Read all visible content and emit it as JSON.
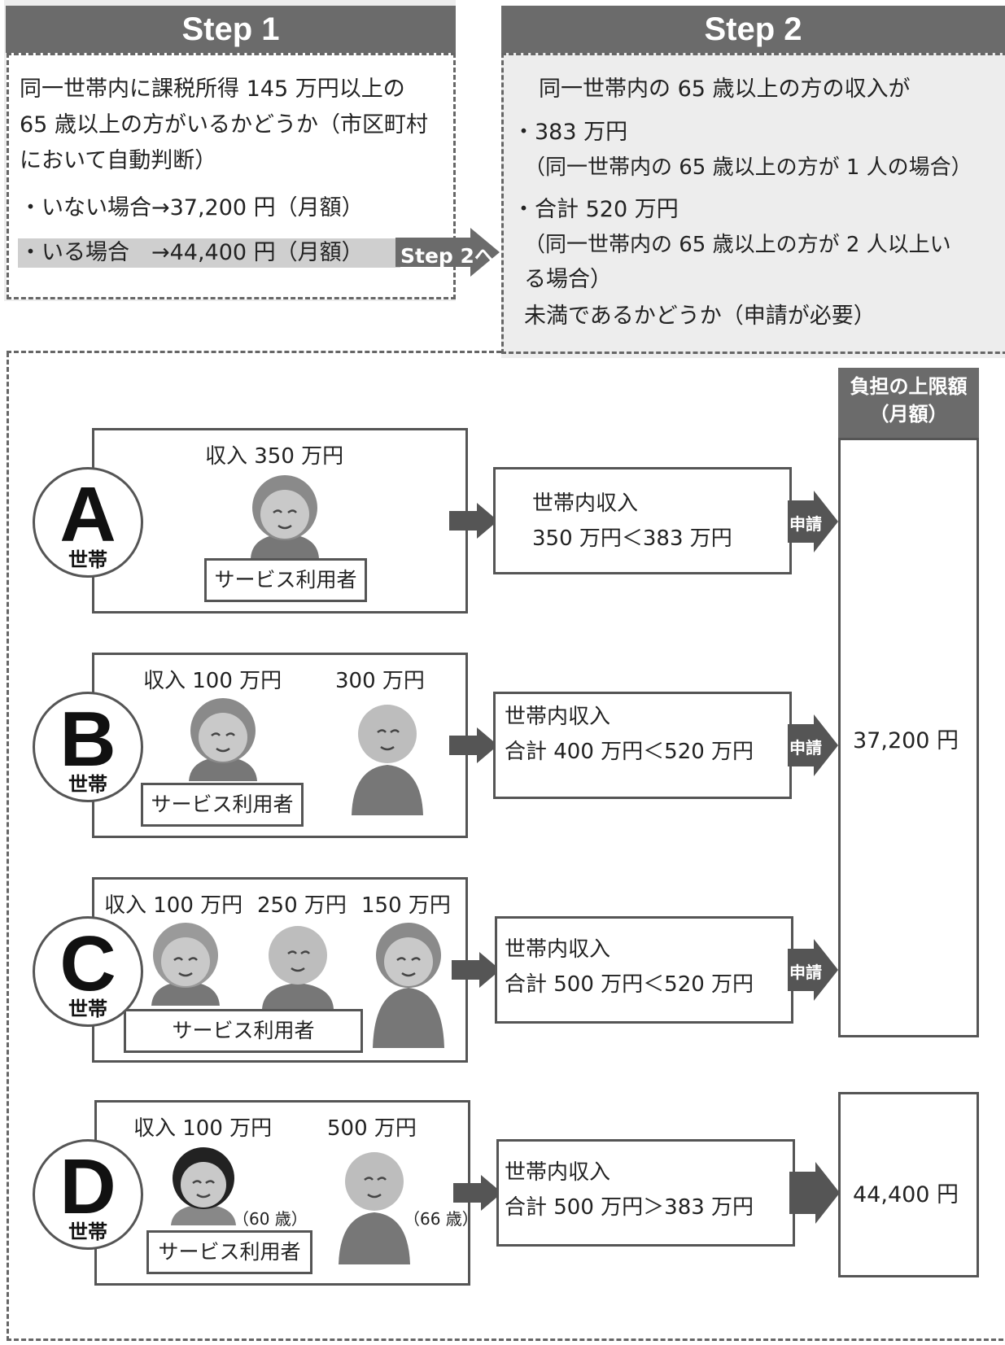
{
  "step1": {
    "header": "Step 1",
    "lines": [
      "同一世帯内に課税所得 145 万円以上の",
      "65 歳以上の方がいるかどうか（市区町村",
      "において自動判断）"
    ],
    "case_no": "・いない場合→37,200 円（月額）",
    "case_yes": "・いる場合　→44,400 円（月額）",
    "to_step2": "Step 2へ"
  },
  "step2": {
    "header": "Step 2",
    "intro": "同一世帯内の 65 歳以上の方の収入が",
    "item1": "・383 万円",
    "item1_note": "（同一世帯内の 65 歳以上の方が 1 人の場合）",
    "item2": "・合計 520 万円",
    "item2_note1": "（同一世帯内の 65 歳以上の方が 2 人以上い",
    "item2_note2": "る場合）",
    "outro": "未満であるかどうか（申請が必要）"
  },
  "right_column": {
    "header_line1": "負担の上限額",
    "header_line2": "（月額）",
    "amount_low": "37,200 円",
    "amount_high": "44,400 円"
  },
  "common": {
    "household_suffix": "世帯",
    "service_user": "サービス利用者",
    "apply_label": "申請",
    "result_title": "世帯内収入"
  },
  "households": [
    {
      "letter": "A",
      "incomes": [
        "収入 350 万円"
      ],
      "result": "350 万円＜383 万円"
    },
    {
      "letter": "B",
      "incomes": [
        "収入 100 万円",
        "300 万円"
      ],
      "result": "合計 400 万円＜520 万円"
    },
    {
      "letter": "C",
      "incomes": [
        "収入 100 万円",
        "250 万円",
        "150 万円"
      ],
      "result": "合計 500 万円＜520 万円"
    },
    {
      "letter": "D",
      "incomes": [
        "収入 100 万円",
        "500 万円"
      ],
      "ages": [
        "（60 歳）",
        "（66 歳）"
      ],
      "result": "合計 500 万円＞383 万円"
    }
  ],
  "colors": {
    "header_gray": "#6b6b6b",
    "light_gray": "#ededed",
    "highlight_gray": "#cfcfcf",
    "arrow_gray": "#555555"
  },
  "icons": [
    "elderly-woman-icon",
    "elderly-man-icon",
    "woman-icon",
    "arrow-right-icon"
  ]
}
